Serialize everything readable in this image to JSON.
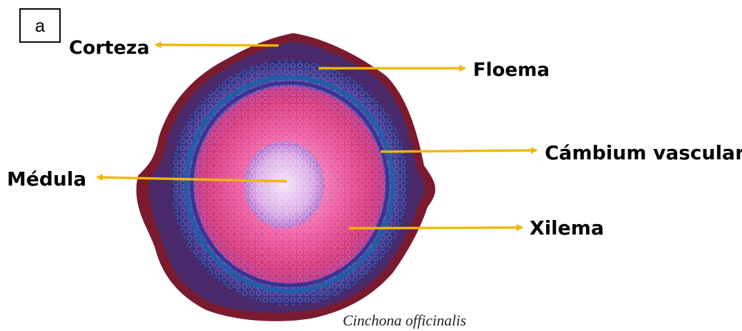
{
  "panel": {
    "letter": "a"
  },
  "labels": {
    "corteza": "Corteza",
    "floema": "Floema",
    "cambium": "Cámbium vascular",
    "medula": "Médula",
    "xilema": "Xilema"
  },
  "caption": "Cinchona officinalis",
  "colors": {
    "arrow": "#f2b705",
    "cortex": "#7a1a2e",
    "phloem": "#3f3d9c",
    "cambium_ring": "#1f5fa8",
    "xylem": "#e0457f",
    "pith": "#c98fd6"
  }
}
